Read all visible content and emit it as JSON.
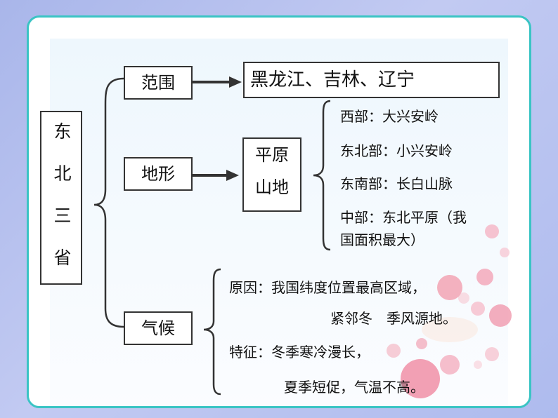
{
  "root": {
    "chars": [
      "东",
      "北",
      "三",
      "省"
    ]
  },
  "branches": {
    "fanwei": "范围",
    "dixing": "地形",
    "qihou": "气候"
  },
  "provinces": "黑龙江、吉林、辽宁",
  "terrain_types": [
    "平原",
    "山地"
  ],
  "terrain_items": [
    "西部：大兴安岭",
    "东北部：小兴安岭",
    "东南部：长白山脉",
    "中部：东北平原（我",
    "国面积最大）"
  ],
  "climate": {
    "reason_line1": "原因：我国纬度位置最高区域，",
    "reason_line2": "紧邻冬　季风源地。",
    "feature_line1": "特征：冬季寒冷漫长，",
    "feature_line2": "夏季短促，气温不高。"
  },
  "colors": {
    "frame": "#3ac4c4",
    "background": "#aebbee",
    "line": "#333333"
  }
}
